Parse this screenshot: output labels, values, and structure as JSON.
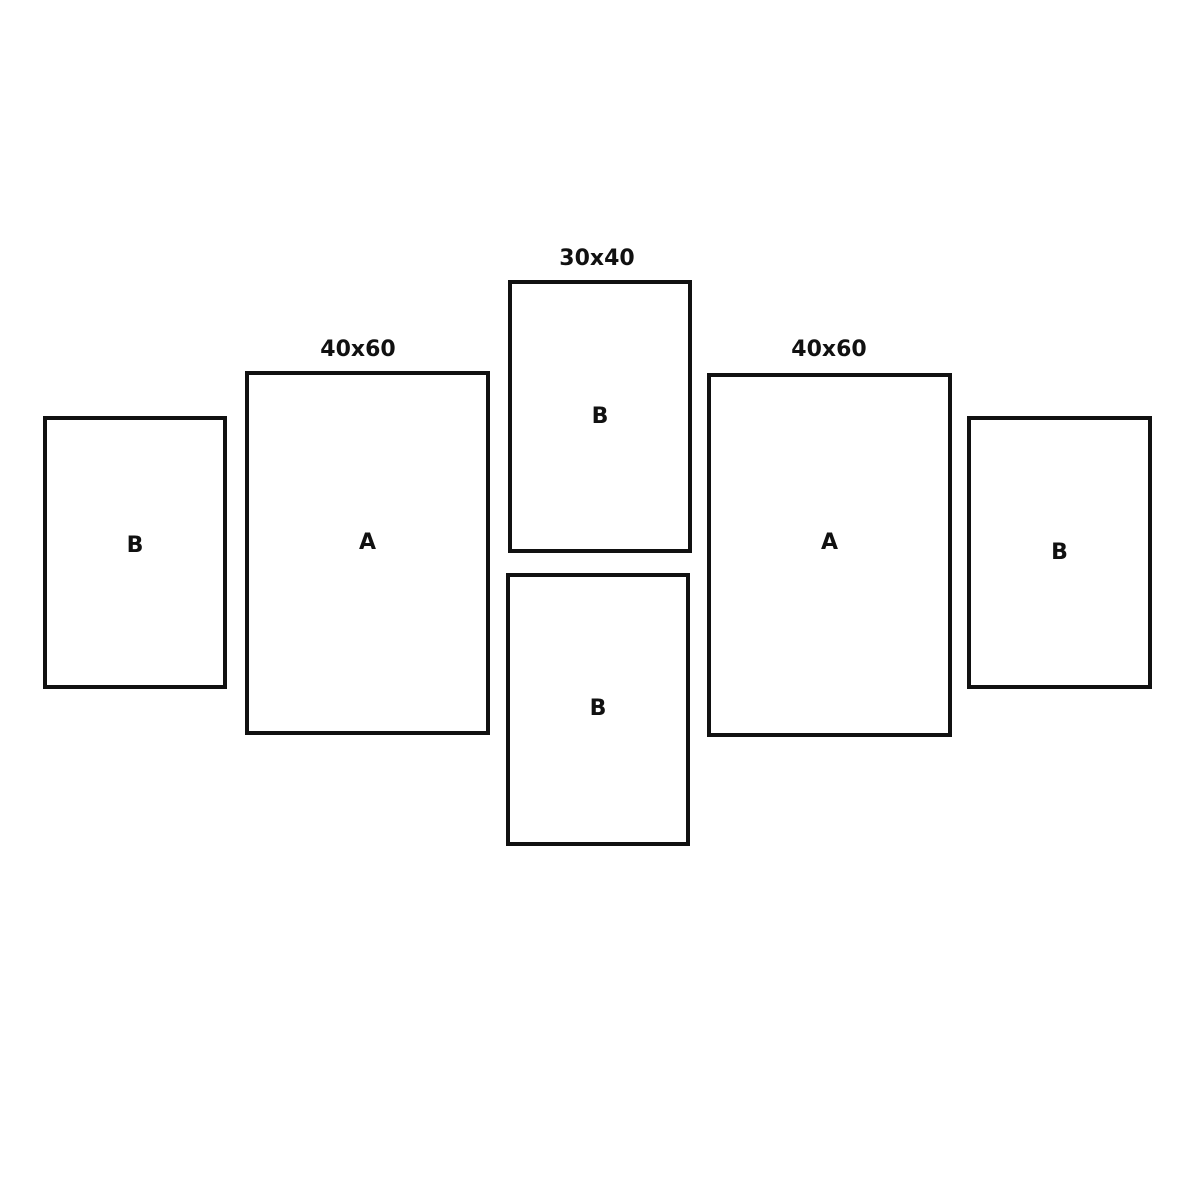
{
  "diagram": {
    "size_labels": {
      "left_large": "40x60",
      "center_top": "30x40",
      "right_large": "40x60"
    },
    "frames": {
      "far_left": "B",
      "left_large": "A",
      "center_top": "B",
      "center_bottom": "B",
      "right_large": "A",
      "far_right": "B"
    }
  }
}
